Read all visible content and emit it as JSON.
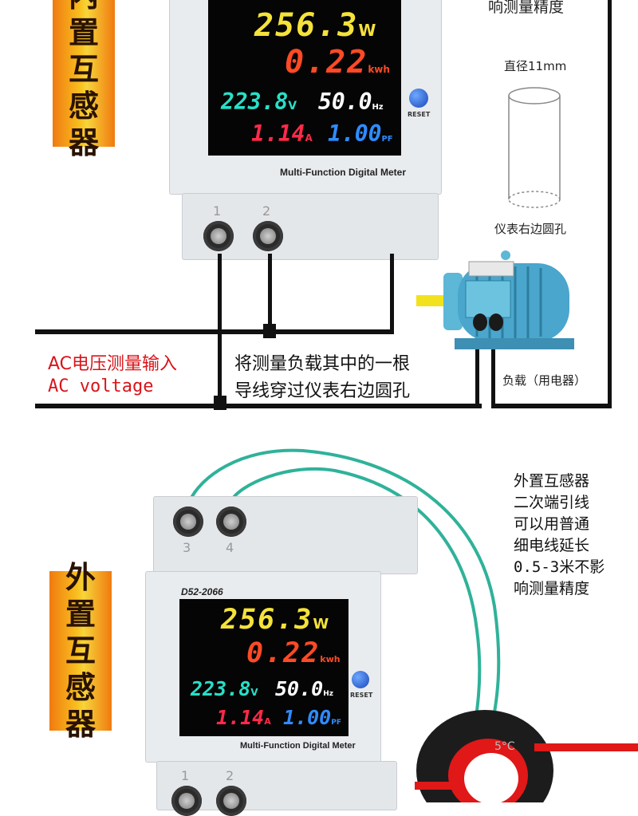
{
  "top_note_fragment": "响测量精度",
  "internal_banner": [
    "内",
    "置",
    "互",
    "感",
    "器"
  ],
  "external_banner": [
    "外",
    "置",
    "互",
    "感",
    "器"
  ],
  "meter": {
    "power": "256.3",
    "power_unit": "W",
    "energy": "0.22",
    "energy_unit": "kwh",
    "voltage": "223.8",
    "voltage_unit": "V",
    "frequency": "50.0",
    "frequency_unit": "Hz",
    "current": "1.14",
    "current_unit": "A",
    "power_factor": "1.00",
    "power_factor_unit": "PF",
    "reset_label": "RESET",
    "label": "Multi-Function Digital Meter",
    "model": "D52-2066"
  },
  "terminals_bottom": [
    "1",
    "2"
  ],
  "terminals_top": [
    "3",
    "4"
  ],
  "hole_diameter_label": "直径11mm",
  "hole_caption": "仪表右边圆孔",
  "ac_input_cn": "AC电压测量输入",
  "ac_input_en": "AC voltage",
  "instruction": [
    "将测量负载其中的一根",
    "导线穿过仪表右边圆孔"
  ],
  "load_caption": "负载（用电器）",
  "external_note": [
    "外置互感器",
    "二次端引线",
    "可以用普通",
    "细电线延长",
    "0.5-3米不影",
    "响测量精度"
  ],
  "ct_marking": "5°C",
  "colors": {
    "power": "#f5e23a",
    "energy": "#ff4a25",
    "voltage": "#27e0c8",
    "frequency": "#ffffff",
    "current": "#ff2a4a",
    "power_factor": "#2f8cff",
    "banner_orange": "#f07a10",
    "label_red": "#d8141a",
    "wire_teal": "#2fb29a"
  }
}
